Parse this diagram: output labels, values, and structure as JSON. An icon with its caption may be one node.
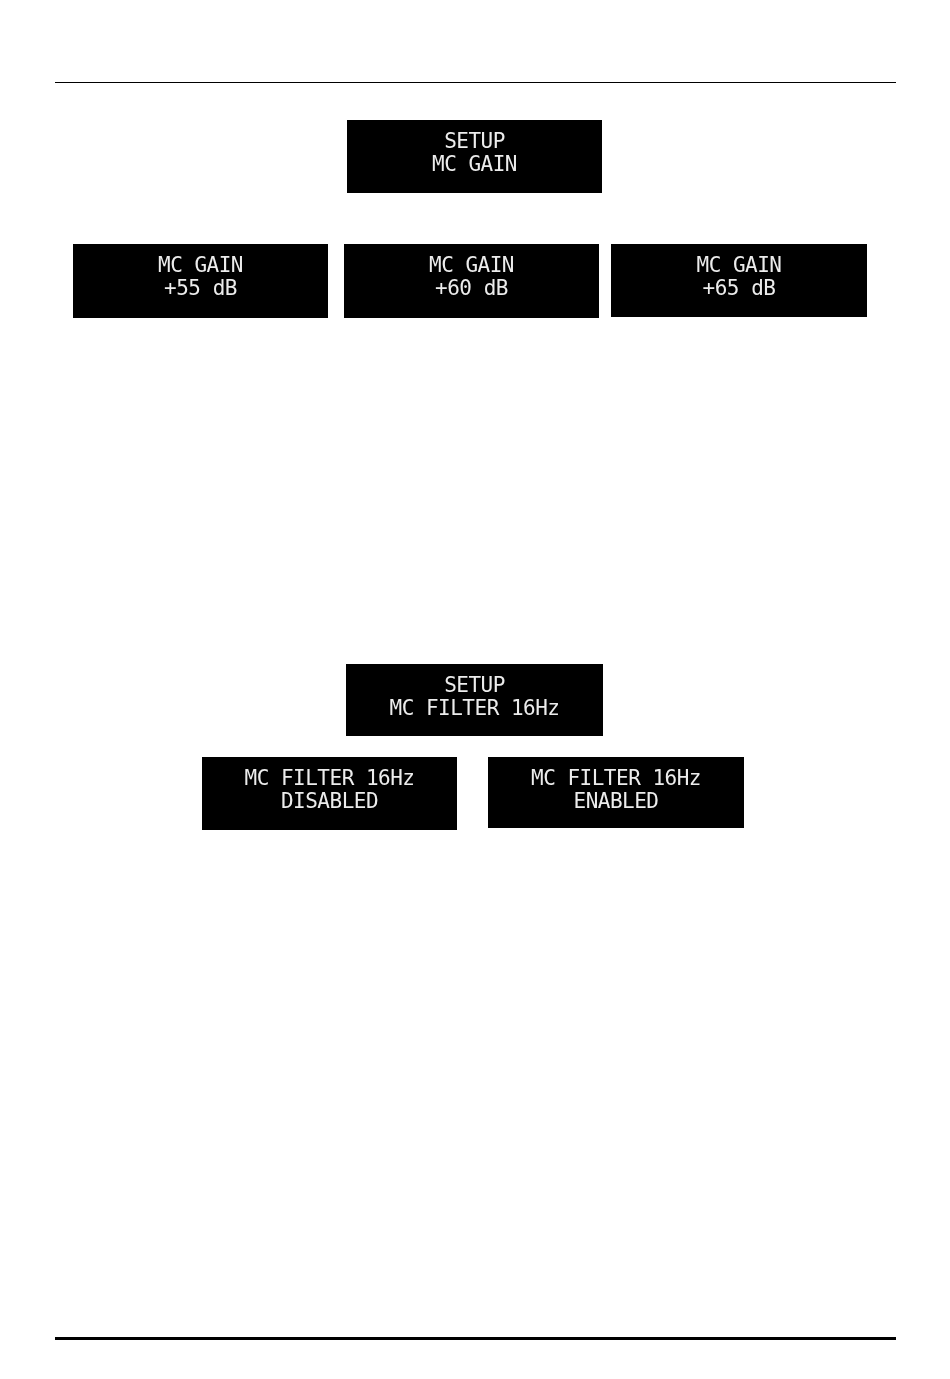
{
  "diagram": {
    "nodes": [
      {
        "text": [
          "SETUP",
          "MC GAIN"
        ]
      },
      {
        "text": [
          "MC GAIN",
          "+55 dB"
        ]
      },
      {
        "text": [
          "MC GAIN",
          "+60 dB"
        ]
      },
      {
        "text": [
          "MC GAIN",
          "+65 dB"
        ]
      },
      {
        "text": [
          "SETUP",
          "MC FILTER 16Hz"
        ]
      },
      {
        "text": [
          "MC FILTER 16Hz",
          "DISABLED"
        ]
      },
      {
        "text": [
          "MC FILTER 16Hz",
          "ENABLED"
        ]
      }
    ],
    "edges": []
  }
}
